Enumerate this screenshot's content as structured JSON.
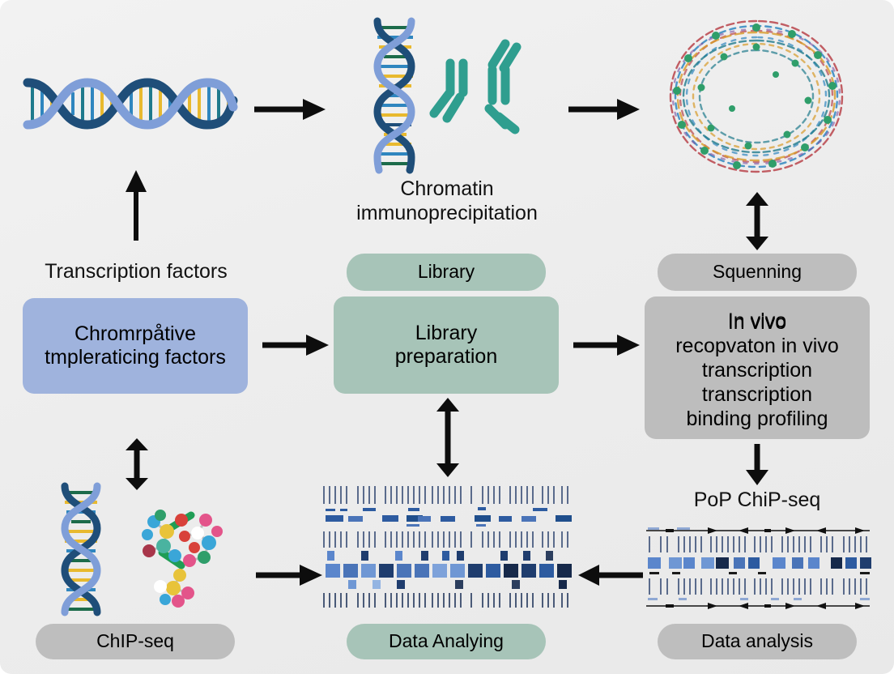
{
  "figure": {
    "background_color": "#ededed",
    "arrow_color": "#0d0d0d"
  },
  "palette": {
    "blue_box": "#9fb3dd",
    "green_box": "#a7c4b8",
    "gray_box": "#bebebe",
    "dna_strand_dark": "#1f4e79",
    "dna_strand_light": "#7f9ed8",
    "dna_rung_yellow": "#e8b92e",
    "dna_rung_teal": "#1f7a8c",
    "antibody_teal": "#2f9e8f",
    "track_blue": "#2d5ba0",
    "track_light": "#93aede"
  },
  "row_top": {
    "dna_horizontal": "dna-double-helix-horizontal",
    "arrow_1": "arrow-right",
    "chip_dna": "dna-double-helix-vertical",
    "antibodies": "antibody-molecules",
    "chip_caption": "Chromatin\nimmunoprecipitation",
    "arrow_2": "arrow-right",
    "nucleosome": "nucleosome-circular-structure"
  },
  "row_middle": {
    "left": {
      "caption": "Transcription factors",
      "arrow_up": "arrow-up",
      "box_label": "Chromrpåtive\ntmpleraticing factors",
      "arrow_right": "arrow-right",
      "arrow_down_double": "arrow-up-down"
    },
    "center": {
      "pill_label": "Library",
      "box_label": "Library\npreparation",
      "arrow_right": "arrow-right",
      "arrow_up_down": "arrow-up-down"
    },
    "right": {
      "arrow_up_down_top": "arrow-up-down",
      "pill_label": "Squenning",
      "box_lines": [
        "In vivo",
        "recopvaton in vivo",
        "transcription",
        "transcription",
        "binding profiling"
      ],
      "box_overlay_line": "In vivo",
      "arrow_down": "arrow-down",
      "caption": "PoP ChiP-seq"
    }
  },
  "row_bottom": {
    "left": {
      "dna": "dna-double-helix-vertical",
      "molecules": "ball-and-stick-molecules",
      "arrow_right": "arrow-right",
      "label": "ChIP-seq"
    },
    "center": {
      "tracks": "sequencing-track-heatmap",
      "label": "Data Analying"
    },
    "right": {
      "tracks": "sequencing-track-heatmap-with-arrows",
      "arrow_left": "arrow-left",
      "label": "Data analysis"
    }
  },
  "chart_data": {
    "type": "diagram",
    "title": "ChIP-seq experimental workflow",
    "nodes": [
      {
        "id": "tf",
        "label": "Transcription factors",
        "column": "left",
        "row": "middle"
      },
      {
        "id": "chrom_box",
        "label": "Chromrpåtive tmpleraticing factors",
        "column": "left",
        "row": "middle",
        "color": "#9fb3dd"
      },
      {
        "id": "chip",
        "label": "Chromatin immunoprecipitation",
        "column": "center",
        "row": "top"
      },
      {
        "id": "library_pill",
        "label": "Library",
        "column": "center",
        "row": "middle",
        "color": "#a7c4b8"
      },
      {
        "id": "library_box",
        "label": "Library preparation",
        "column": "center",
        "row": "middle",
        "color": "#a7c4b8"
      },
      {
        "id": "sequencing",
        "label": "Squenning",
        "column": "right",
        "row": "middle",
        "color": "#bebebe"
      },
      {
        "id": "invivo",
        "label": "In vivo recopvaton in vivo transcription transcription binding profiling",
        "column": "right",
        "row": "middle",
        "color": "#bebebe"
      },
      {
        "id": "popchip",
        "label": "PoP ChiP-seq",
        "column": "right",
        "row": "middle"
      },
      {
        "id": "chipseq",
        "label": "ChIP-seq",
        "column": "left",
        "row": "bottom",
        "color": "#bebebe"
      },
      {
        "id": "analying",
        "label": "Data Analying",
        "column": "center",
        "row": "bottom",
        "color": "#a7c4b8"
      },
      {
        "id": "analysis",
        "label": "Data analysis",
        "column": "right",
        "row": "bottom",
        "color": "#bebebe"
      }
    ],
    "edges": [
      {
        "from": "dna",
        "to": "chip",
        "type": "arrow-right"
      },
      {
        "from": "chip",
        "to": "nucleosome",
        "type": "arrow-right"
      },
      {
        "from": "tf",
        "to": "dna",
        "type": "arrow-up"
      },
      {
        "from": "chrom_box",
        "to": "library_box",
        "type": "arrow-right"
      },
      {
        "from": "library_box",
        "to": "invivo",
        "type": "arrow-right"
      },
      {
        "from": "nucleosome",
        "to": "sequencing",
        "type": "arrow-up-down"
      },
      {
        "from": "chrom_box",
        "to": "chipseq",
        "type": "arrow-up-down"
      },
      {
        "from": "library_box",
        "to": "analying",
        "type": "arrow-up-down"
      },
      {
        "from": "invivo",
        "to": "popchip",
        "type": "arrow-down"
      },
      {
        "from": "chipseq",
        "to": "analying",
        "type": "arrow-right"
      },
      {
        "from": "analysis",
        "to": "analying",
        "type": "arrow-left"
      }
    ]
  }
}
